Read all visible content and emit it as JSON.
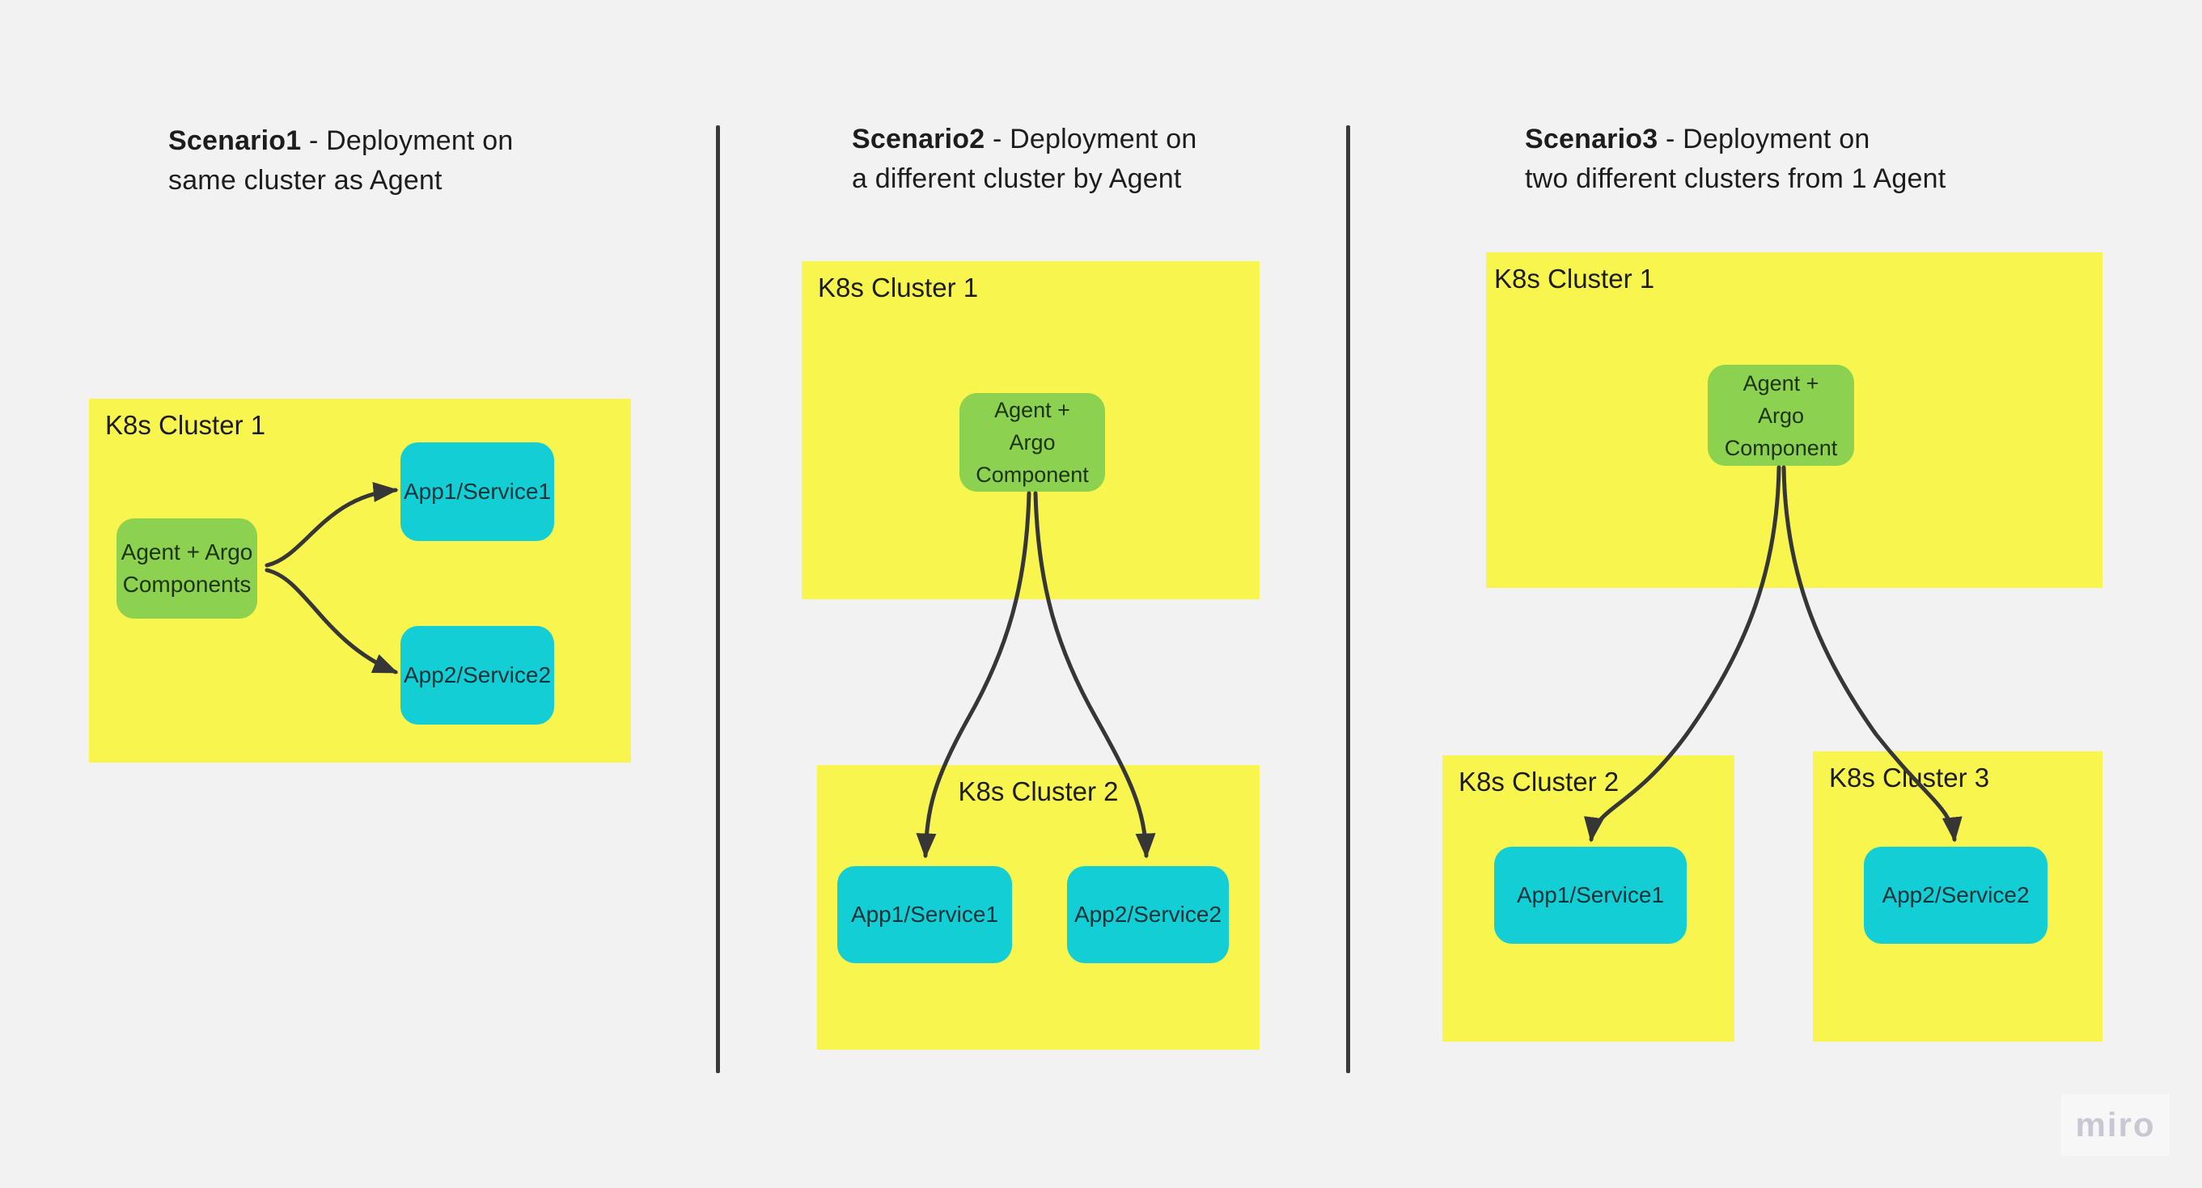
{
  "board": {
    "background": "#f2f2f2",
    "watermark": "miro"
  },
  "palette": {
    "sticky_yellow": "#f8f64e",
    "shape_green": "#8cd14f",
    "shape_cyan": "#14ced6",
    "connector_dark": "#363636",
    "divider_dark": "#3a3a3a",
    "text_dark": "#1c1c1c",
    "watermark_gray": "#c8c8d2"
  },
  "scenario1": {
    "title": {
      "bold": "Scenario1",
      "rest": " - Deployment on",
      "line2": "same cluster as Agent"
    },
    "cluster1_label": "K8s Cluster 1",
    "agent_label": "Agent + Argo\nComponents",
    "app1_label": "App1/Service1",
    "app2_label": "App2/Service2"
  },
  "scenario2": {
    "title": {
      "bold": "Scenario2",
      "rest": " - Deployment on",
      "line2": "a different cluster by Agent"
    },
    "cluster1_label": "K8s Cluster 1",
    "cluster2_label": "K8s Cluster 2",
    "agent_label": "Agent +\nArgo\nComponent",
    "app1_label": "App1/Service1",
    "app2_label": "App2/Service2"
  },
  "scenario3": {
    "title": {
      "bold": "Scenario3",
      "rest": " - Deployment on",
      "line2": "two different clusters from 1 Agent"
    },
    "cluster1_label": "K8s Cluster 1",
    "cluster2_label": "K8s Cluster 2",
    "cluster3_label": "K8s Cluster 3",
    "agent_label": "Agent +\nArgo\nComponent",
    "app1_label": "App1/Service1",
    "app2_label": "App2/Service2"
  }
}
